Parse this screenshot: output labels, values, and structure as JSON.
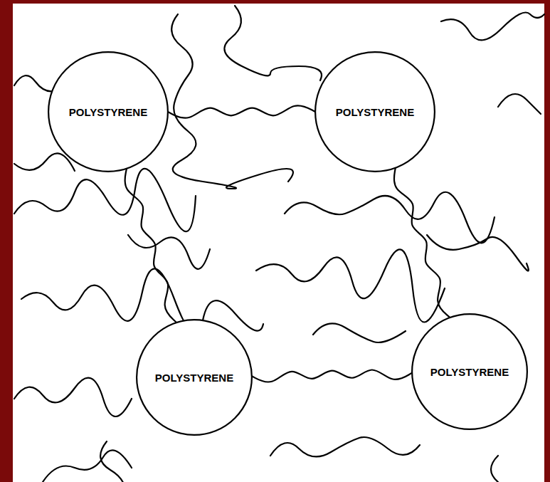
{
  "diagram": {
    "nodes": [
      {
        "text": [
          "POLYSTYRENE"
        ]
      },
      {
        "text": [
          "POLYSTYRENE"
        ]
      },
      {
        "text": [
          "POLYSTYRENE"
        ]
      },
      {
        "text": [
          "POLYSTYRENE"
        ]
      }
    ],
    "edges": [
      {
        "from": 0,
        "to": 1,
        "arrow": "none"
      },
      {
        "from": 0,
        "to": 2,
        "arrow": "none"
      },
      {
        "from": 1,
        "to": 3,
        "arrow": "none"
      },
      {
        "from": 2,
        "to": 3,
        "arrow": "none"
      }
    ]
  }
}
